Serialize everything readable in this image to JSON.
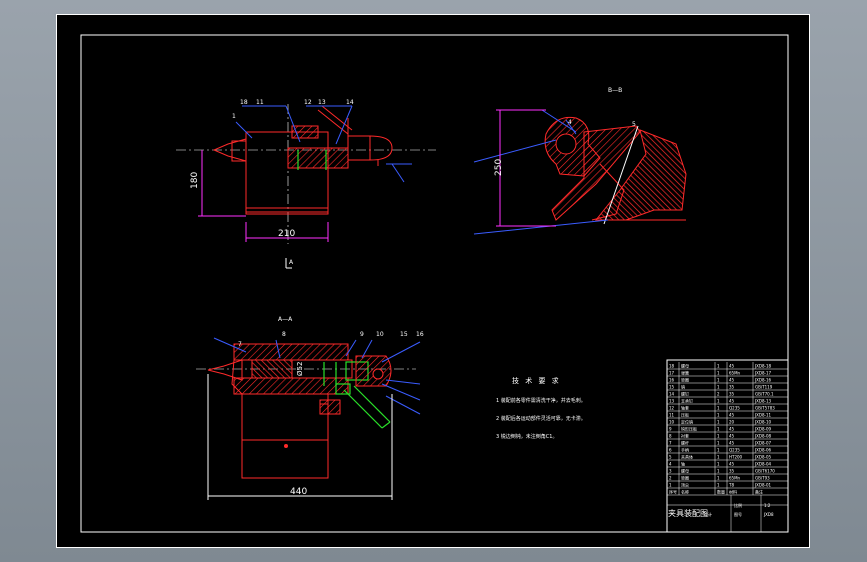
{
  "drawing": {
    "section_bb_label": "B—B",
    "section_aa_label": "A—A",
    "view_arrow_label": "A",
    "dim_180": "180",
    "dim_210": "210",
    "dim_250": "250",
    "dim_440": "440",
    "dim_shaft": "Ø52",
    "notes_title": "技 术 要 求",
    "notes": [
      "1  装配前各零件需清洗干净，并去毛刺。",
      "2  装配后各运动部件灵活可靠，无卡滞。",
      "3  锐边倒钝，未注倒角C1。"
    ]
  },
  "title_block": {
    "title": "夹具装配图",
    "rows": [
      [
        "18",
        "螺母",
        "1",
        "45",
        "JXD8-18"
      ],
      [
        "17",
        "弹簧",
        "1",
        "65Mn",
        "JXD8-17"
      ],
      [
        "16",
        "垫圈",
        "1",
        "45",
        "JXD8-16"
      ],
      [
        "15",
        "销",
        "1",
        "35",
        "GB/T119"
      ],
      [
        "14",
        "螺钉",
        "2",
        "35",
        "GB/T70.1"
      ],
      [
        "13",
        "支承钉",
        "1",
        "45",
        "JXD8-13"
      ],
      [
        "12",
        "轴套",
        "1",
        "Q235",
        "GB/T5783"
      ],
      [
        "11",
        "压板",
        "1",
        "45",
        "JXD8-11"
      ],
      [
        "10",
        "定位销",
        "1",
        "20",
        "JXD8-10"
      ],
      [
        "9",
        "钩形压板",
        "1",
        "45",
        "JXD8-09"
      ],
      [
        "8",
        "衬套",
        "1",
        "45",
        "JXD8-08"
      ],
      [
        "7",
        "螺杆",
        "1",
        "45",
        "JXD8-07"
      ],
      [
        "6",
        "手柄",
        "1",
        "Q235",
        "JXD8-06"
      ],
      [
        "5",
        "夹具体",
        "1",
        "HT200",
        "JXD8-05"
      ],
      [
        "4",
        "轴",
        "1",
        "45",
        "JXD8-04"
      ],
      [
        "3",
        "螺母",
        "1",
        "35",
        "GB/T6170"
      ],
      [
        "2",
        "垫圈",
        "1",
        "65Mn",
        "GB/T93"
      ],
      [
        "1",
        "顶尖",
        "1",
        "T8",
        "JXD8-01"
      ]
    ],
    "header": [
      "序号",
      "名称",
      "数量",
      "材料",
      "备注"
    ],
    "scale_label": "比例",
    "scale_value": "1:2",
    "sheet_label": "图号",
    "sheet_value": "JXD8",
    "designer_label": "设计"
  },
  "colors": {
    "outline": "#ff2a2a",
    "leader": "#3a5cff",
    "dimension": "#ff30ff",
    "frame": "#ffffff",
    "green": "#29e029"
  }
}
